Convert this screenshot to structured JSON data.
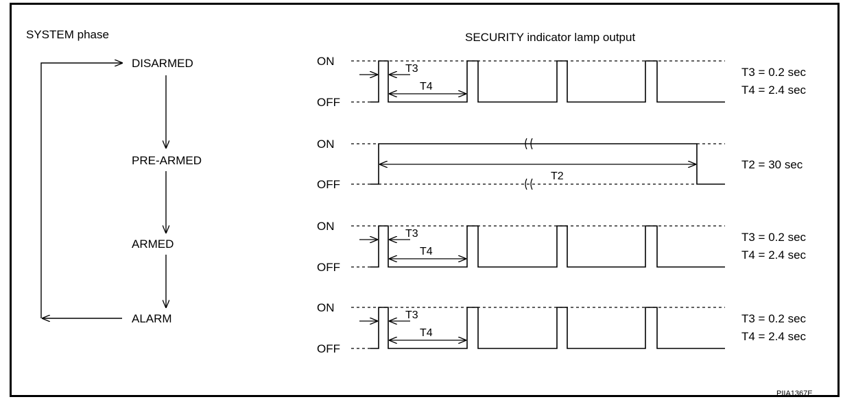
{
  "left_title": "SYSTEM phase",
  "right_title": "SECURITY indicator lamp output",
  "phases": [
    "DISARMED",
    "PRE-ARMED",
    "ARMED",
    "ALARM"
  ],
  "on_label": "ON",
  "off_label": "OFF",
  "labels": {
    "t2": "T2",
    "t3": "T3",
    "t4": "T4"
  },
  "equations": {
    "row1": [
      "T3 = 0.2 sec",
      "T4 = 2.4 sec"
    ],
    "row2": [
      "T2 = 30 sec"
    ],
    "row3": [
      "T3 = 0.2 sec",
      "T4 = 2.4 sec"
    ],
    "row4": [
      "T3 = 0.2 sec",
      "T4 = 2.4 sec"
    ]
  },
  "figure_code": "PIIA1367E",
  "colors": {
    "line": "#000000",
    "background": "#ffffff"
  }
}
